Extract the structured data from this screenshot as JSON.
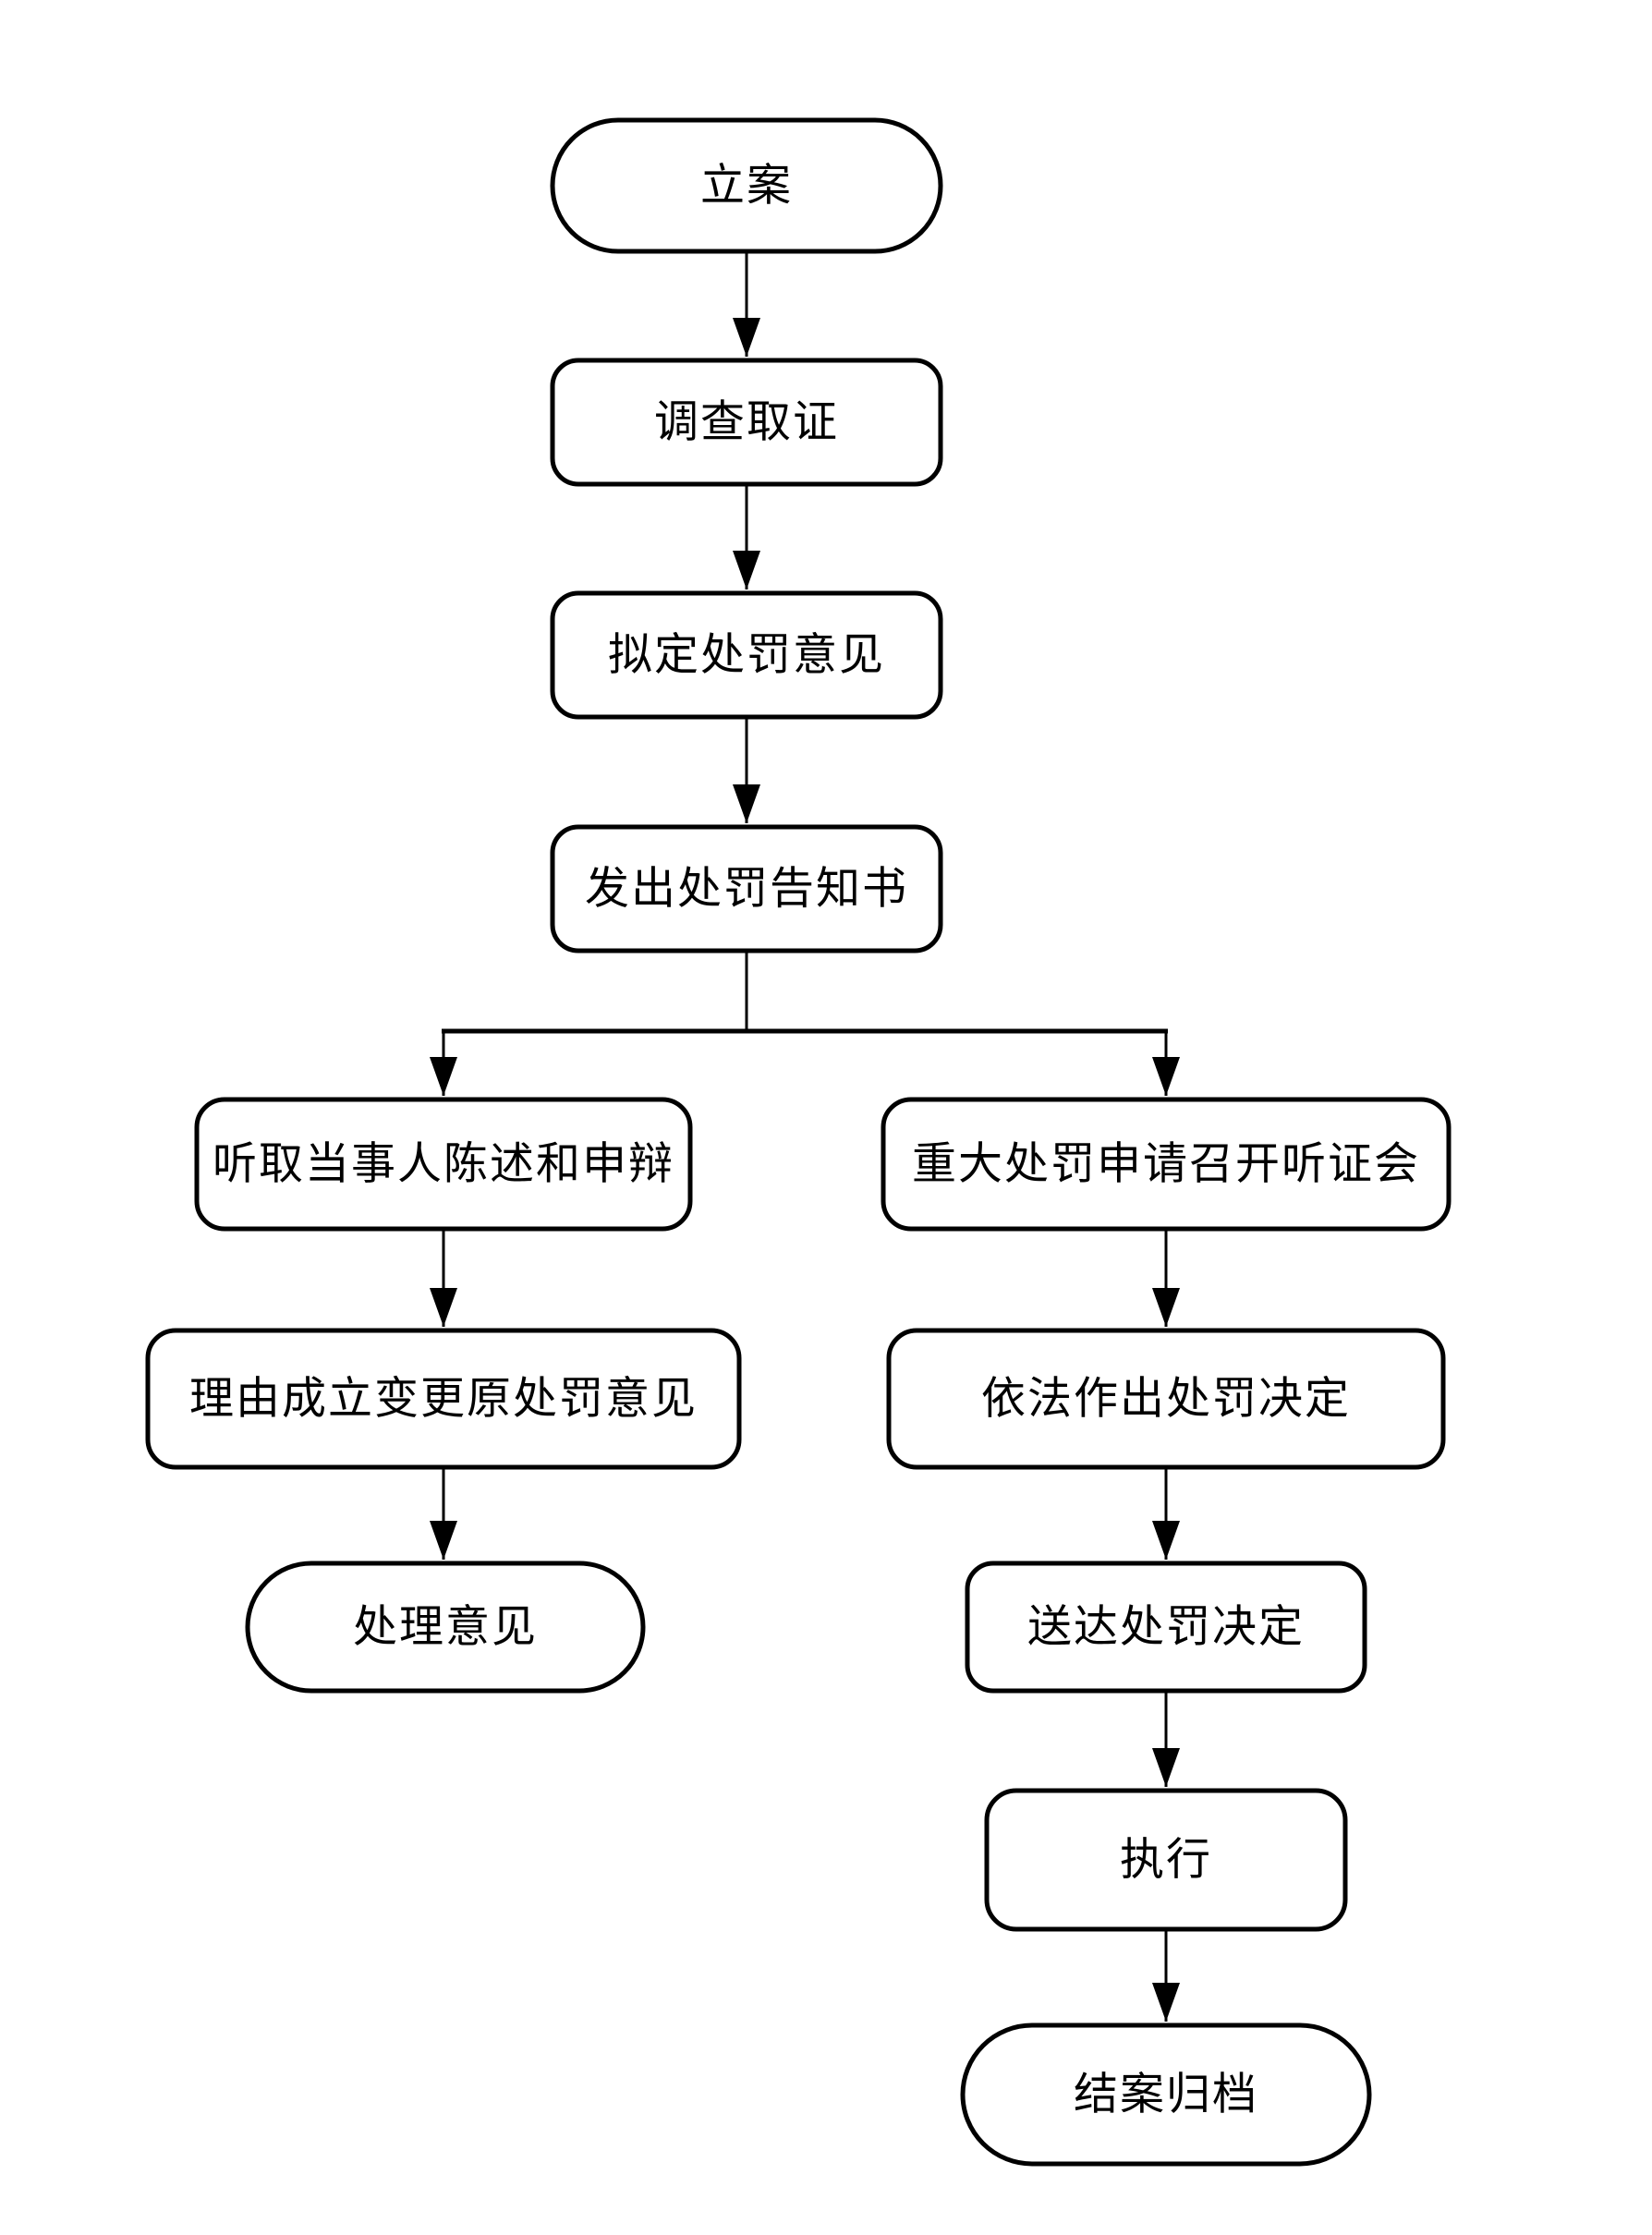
{
  "diagram": {
    "type": "flowchart",
    "background_color": "#ffffff",
    "stroke_color": "#000000",
    "fill_color": "#ffffff",
    "nodes": {
      "start": {
        "label": "立案",
        "shape": "stadium"
      },
      "investigate": {
        "label": "调查取证",
        "shape": "rounded-rect"
      },
      "draft_opinion": {
        "label": "拟定处罚意见",
        "shape": "rounded-rect"
      },
      "issue_notice": {
        "label": "发出处罚告知书",
        "shape": "rounded-rect"
      },
      "hear_statement": {
        "label": "听取当事人陈述和申辩",
        "shape": "rounded-rect"
      },
      "change_opinion": {
        "label": "理由成立变更原处罚意见",
        "shape": "rounded-rect"
      },
      "handling_opinion": {
        "label": "处理意见",
        "shape": "stadium"
      },
      "hearing": {
        "label": "重大处罚申请召开听证会",
        "shape": "rounded-rect"
      },
      "decision": {
        "label": "依法作出处罚决定",
        "shape": "rounded-rect"
      },
      "deliver": {
        "label": "送达处罚决定",
        "shape": "rounded-rect"
      },
      "execute": {
        "label": "执行",
        "shape": "rounded-rect"
      },
      "archive": {
        "label": "结案归档",
        "shape": "stadium"
      }
    },
    "edges": [
      {
        "from": "start",
        "to": "investigate"
      },
      {
        "from": "investigate",
        "to": "draft_opinion"
      },
      {
        "from": "draft_opinion",
        "to": "issue_notice"
      },
      {
        "from": "issue_notice",
        "to": "hear_statement"
      },
      {
        "from": "issue_notice",
        "to": "hearing"
      },
      {
        "from": "hear_statement",
        "to": "change_opinion"
      },
      {
        "from": "change_opinion",
        "to": "handling_opinion"
      },
      {
        "from": "hearing",
        "to": "decision"
      },
      {
        "from": "decision",
        "to": "deliver"
      },
      {
        "from": "deliver",
        "to": "execute"
      },
      {
        "from": "execute",
        "to": "archive"
      }
    ]
  }
}
